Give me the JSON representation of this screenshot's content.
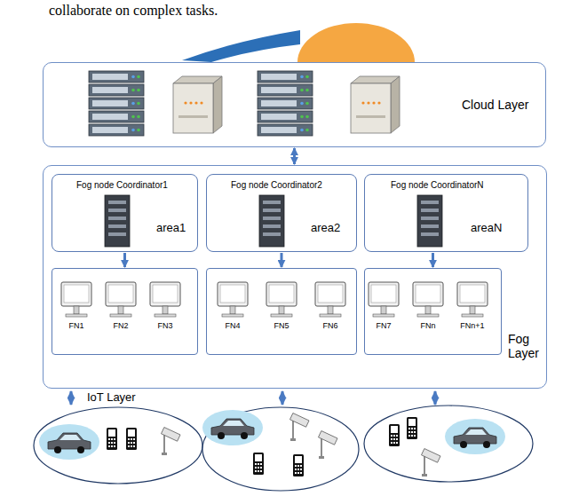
{
  "diagram": {
    "nodes": [
      {
        "text": [
          "Cloud Layer"
        ]
      },
      {
        "text": [
          "Fog Layer"
        ]
      },
      {
        "text": [
          "Fog node Coordinator1",
          "area1"
        ],
        "in": 1
      },
      {
        "text": [
          "Fog node Coordinator2",
          "area2"
        ],
        "in": 1
      },
      {
        "text": [
          "Fog node CoordinatorN",
          "areaN"
        ],
        "in": 1
      },
      {
        "text": [
          "FN1",
          "FN2",
          "FN3"
        ],
        "in": 1
      },
      {
        "text": [
          "FN4",
          "FN5",
          "FN6"
        ],
        "in": 1
      },
      {
        "text": [
          "FN7",
          "FNn",
          "FNn+1"
        ],
        "in": 1
      }
    ],
    "edges": [
      {
        "from": 0,
        "to": 1,
        "arrow": "both"
      },
      {
        "from": 2,
        "to": 5,
        "arrow": "to"
      },
      {
        "from": 3,
        "to": 6,
        "arrow": "to"
      },
      {
        "from": 4,
        "to": 7,
        "arrow": "to"
      }
    ],
    "labels": [
      "collaborate on complex tasks.",
      "IoT Layer"
    ]
  }
}
